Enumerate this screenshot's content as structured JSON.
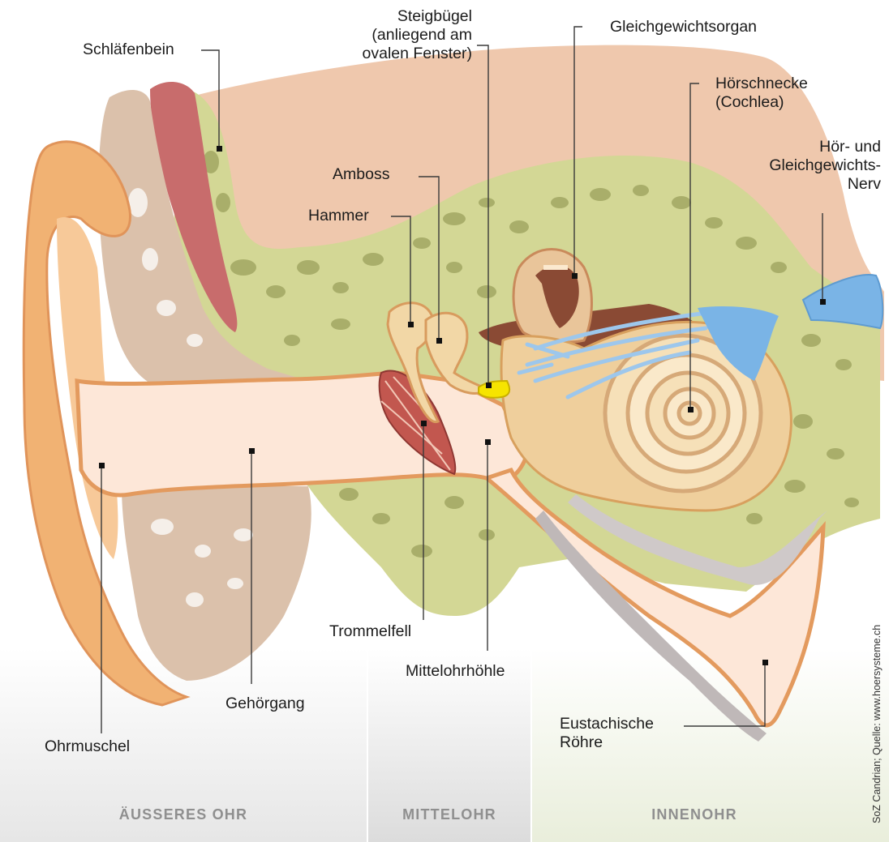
{
  "labels": {
    "schlaefenbein": "Schläfenbein",
    "steigbuegel_1": "Steigbügel",
    "steigbuegel_2": "(anliegend am",
    "steigbuegel_3": "ovalen Fenster)",
    "gleichgewichtsorgan": "Gleichgewichtsorgan",
    "hoerschnecke_1": "Hörschnecke",
    "hoerschnecke_2": "(Cochlea)",
    "nerv_1": "Hör- und",
    "nerv_2": "Gleichgewichts-",
    "nerv_3": "Nerv",
    "amboss": "Amboss",
    "hammer": "Hammer",
    "trommelfell": "Trommelfell",
    "mittelohrhoehle": "Mittelohrhöhle",
    "gehoergang": "Gehörgang",
    "ohrmuschel": "Ohrmuschel",
    "eustachische_1": "Eustachische",
    "eustachische_2": "Röhre"
  },
  "sections": {
    "outer": "ÄUSSERES OHR",
    "middle": "MITTELOHR",
    "inner": "INNENOHR"
  },
  "credit": "SoZ Candrian; Quelle: www.hoersysteme.ch",
  "colors": {
    "skin": "#efc8ad",
    "bone_green": "#d3d795",
    "bone_spots": "#a9ae6a",
    "muscle": "#c86c6c",
    "auricle": "#f1b273",
    "canal": "#fde7d8",
    "cochlea": "#f4dcae",
    "nerve_blue": "#7ab4e6",
    "stirrup": "#f6e400",
    "leader": "#3a3a3a"
  }
}
